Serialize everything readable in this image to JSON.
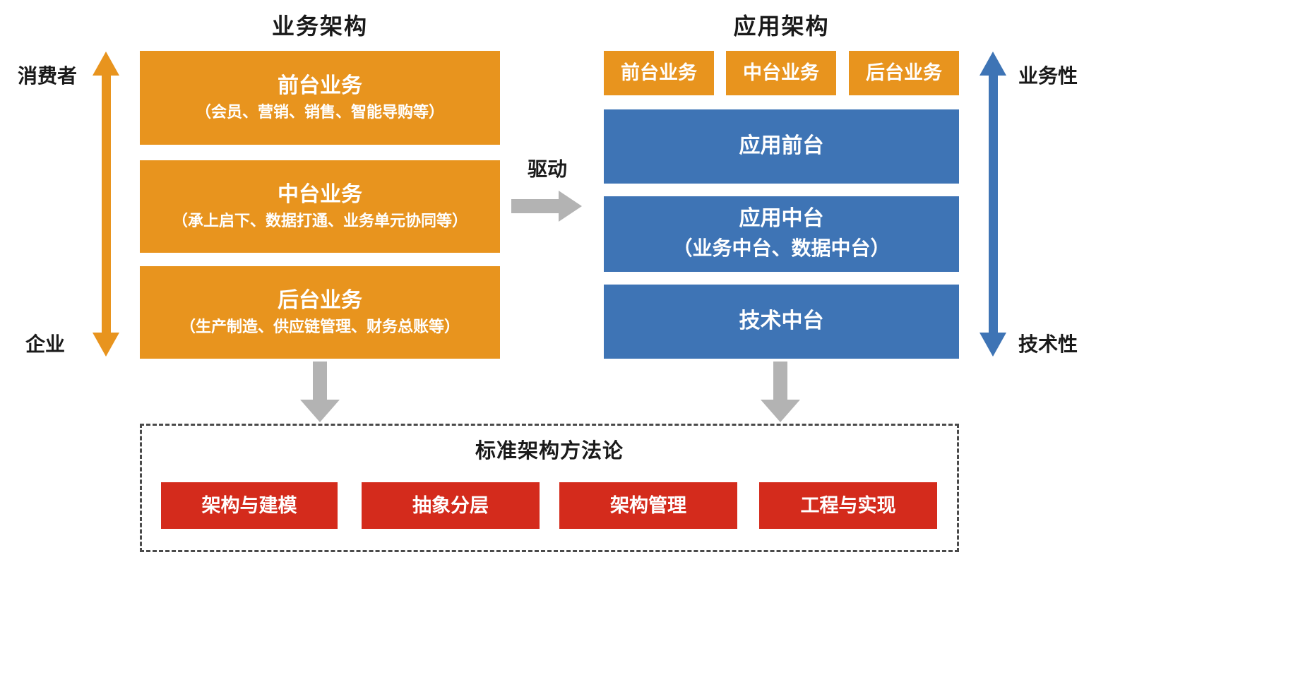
{
  "business": {
    "title": "业务架构",
    "axis": {
      "top_label": "消费者",
      "bottom_label": "企业"
    },
    "boxes": [
      {
        "title": "前台业务",
        "subtitle": "（会员、营销、销售、智能导购等）"
      },
      {
        "title": "中台业务",
        "subtitle": "（承上启下、数据打通、业务单元协同等）"
      },
      {
        "title": "后台业务",
        "subtitle": "（生产制造、供应链管理、财务总账等）"
      }
    ]
  },
  "drive": {
    "label": "驱动"
  },
  "application": {
    "title": "应用架构",
    "top_boxes": [
      {
        "label": "前台业务"
      },
      {
        "label": "中台业务"
      },
      {
        "label": "后台业务"
      }
    ],
    "layers": [
      {
        "title": "应用前台",
        "subtitle": ""
      },
      {
        "title": "应用中台",
        "subtitle": "（业务中台、数据中台）"
      },
      {
        "title": "技术中台",
        "subtitle": ""
      }
    ],
    "axis": {
      "top_label": "业务性",
      "bottom_label": "技术性"
    }
  },
  "methodology": {
    "title": "标准架构方法论",
    "boxes": [
      {
        "label": "架构与建模"
      },
      {
        "label": "抽象分层"
      },
      {
        "label": "架构管理"
      },
      {
        "label": "工程与实现"
      }
    ]
  },
  "colors": {
    "orange": "#E8941E",
    "blue": "#3E74B5",
    "red": "#D42B1C",
    "gray": "#B3B3B3",
    "text_dark": "#1A1A1A",
    "dashed_border": "#4A4A4A"
  }
}
